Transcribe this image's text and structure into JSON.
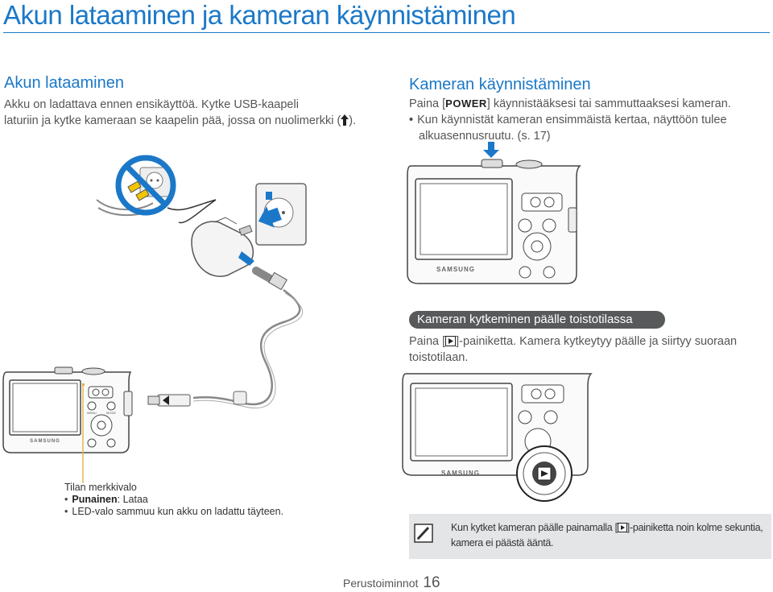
{
  "page_title": "Akun lataaminen ja kameran käynnistäminen",
  "charging": {
    "heading": "Akun lataaminen",
    "line1": "Akku on ladattava ennen ensikäyttöä. Kytke USB-kaapeli",
    "line2_pre": "laturiin ja kytke kameraan se kaapelin pää, jossa on nuolimerkki (",
    "line2_post": ")."
  },
  "startup": {
    "heading": "Kameran käynnistäminen",
    "text_pre": "Paina [",
    "power_key": "POWER",
    "text_post": "] käynnistääksesi tai sammuttaaksesi kameran.",
    "bullet_line1": "Kun käynnistät kameran ensimmäistä kertaa, näyttöön tulee",
    "bullet_line2": "alkuasennusruutu. (s. 17)"
  },
  "playback": {
    "heading": "Kameran kytkeminen päälle toistotilassa",
    "line1_pre": "Paina [",
    "line1_post": "]-painiketta. Kamera kytkeytyy päälle ja siirtyy suoraan",
    "line2": "toistotilaan."
  },
  "status_light": {
    "title": "Tilan merkkivalo",
    "item1_label": "Punainen",
    "item1_value": ": Lataa",
    "item2": "LED-valo sammuu kun akku on ladattu täyteen."
  },
  "note": {
    "line1_pre": "Kun kytket kameran päälle painamalla [",
    "line1_post": "]-painiketta noin kolme sekuntia,",
    "line2": "kamera ei päästä ääntä."
  },
  "camera_brand": "SAMSUNG",
  "camera_button_labels": {
    "menu": "MENU",
    "mode": "MODE"
  },
  "footer": {
    "section": "Perustoiminnot",
    "page": "16"
  },
  "colors": {
    "accent": "#1b78c8",
    "no_sign": "#1b78c8",
    "arrow": "#1b78c8",
    "tag_bg": "#58595b",
    "note_bg": "#e4e5e6",
    "status_line": "#e8b84a"
  },
  "icons": [
    "up-arrow-icon",
    "playback-icon",
    "note-pencil-icon",
    "no-sign-icon"
  ]
}
